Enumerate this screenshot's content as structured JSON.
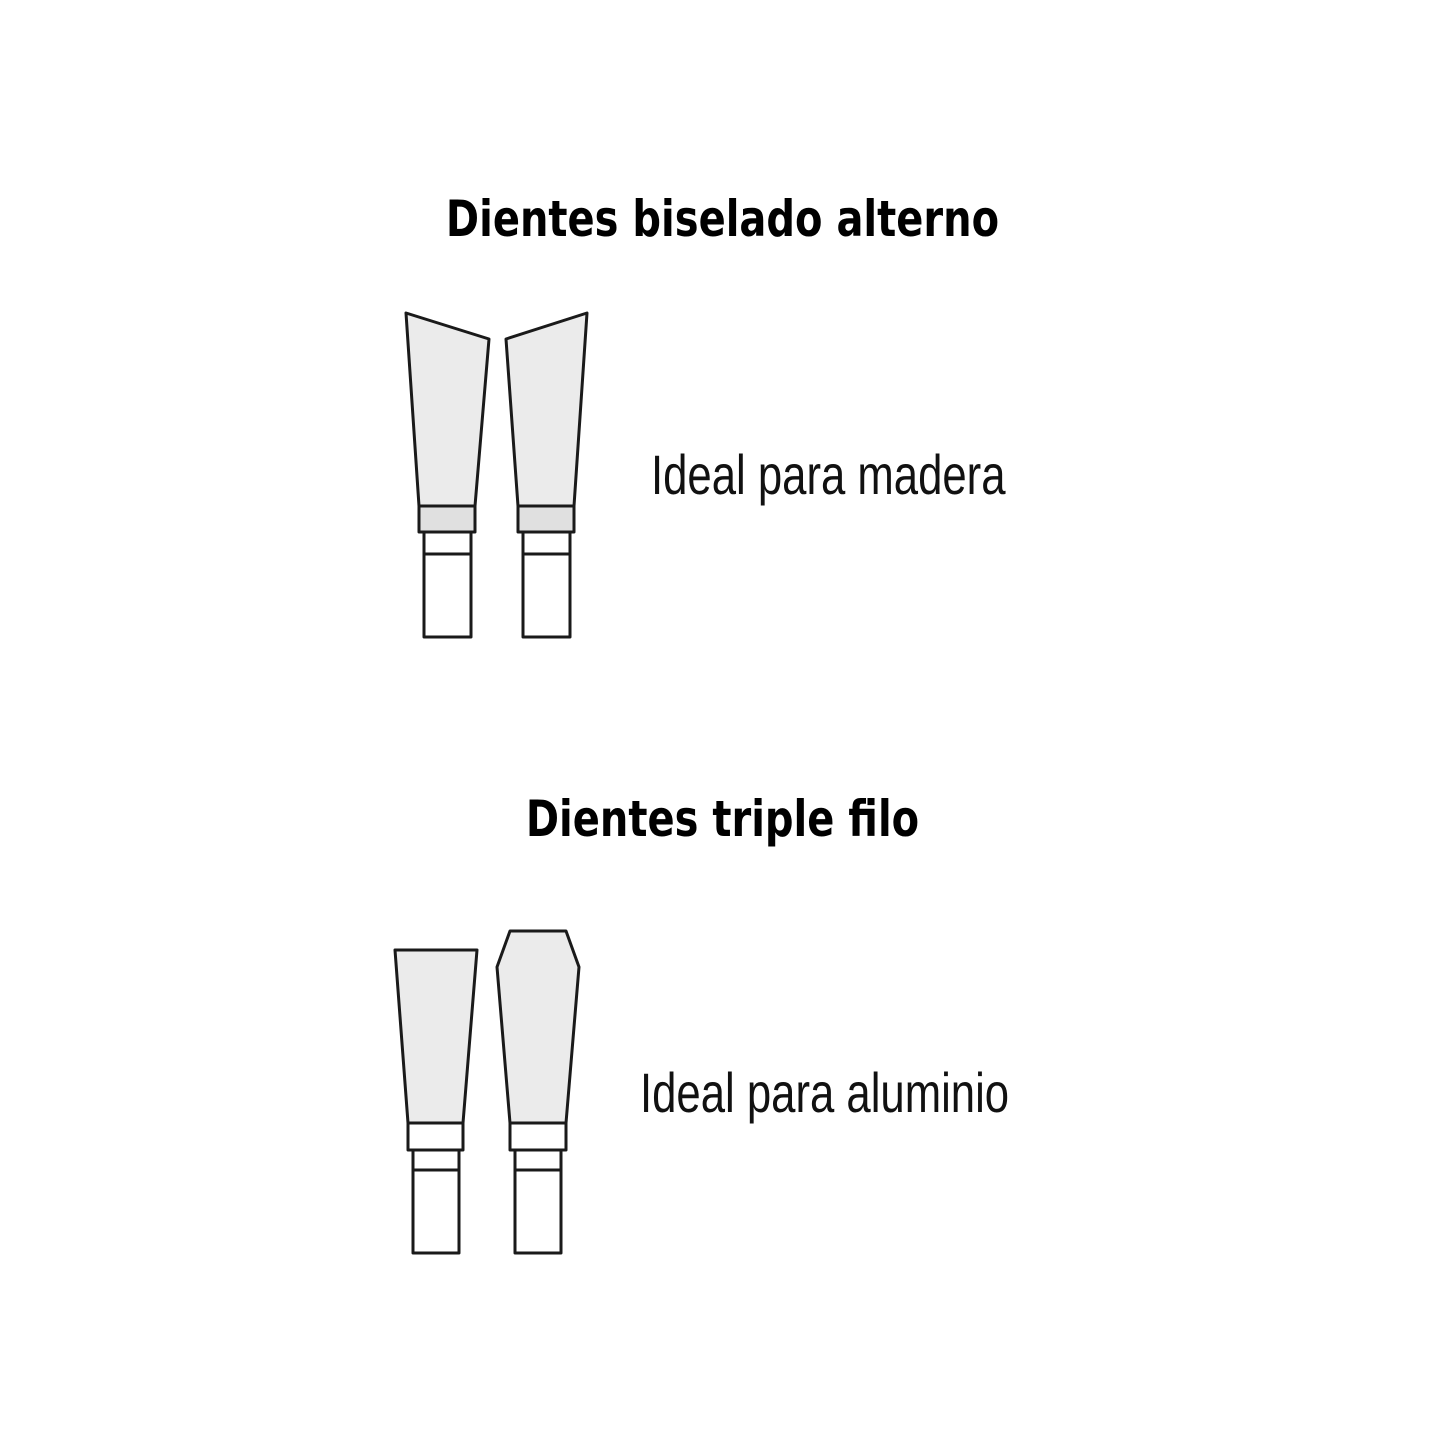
{
  "sections": [
    {
      "title": "Dientes biselado alterno",
      "caption": "Ideal para madera",
      "illustration": "alternate-top-bevel-teeth",
      "colors": {
        "tooth_fill": "#ebebeb",
        "band_fill": "#e0e0e0",
        "stroke": "#1a1a1a"
      }
    },
    {
      "title": "Dientes triple filo",
      "caption": "Ideal para aluminio",
      "illustration": "triple-chip-grind-teeth",
      "colors": {
        "tooth_fill": "#ebebeb",
        "band_fill": "#ffffff",
        "stroke": "#1a1a1a"
      }
    }
  ]
}
